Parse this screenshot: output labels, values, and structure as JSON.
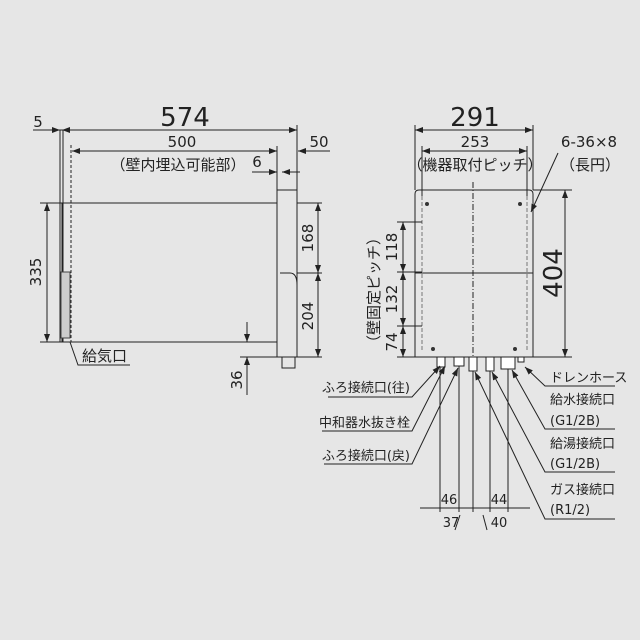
{
  "side_view": {
    "dim_total_depth": "574",
    "dim_offset_left": "5",
    "dim_embed": "500",
    "embed_note": "（壁内埋込可能部）",
    "dim_front": "6",
    "dim_front_panel": "50",
    "dim_height": "335",
    "dim_upper": "168",
    "dim_lower": "204",
    "dim_bottom": "36",
    "air_intake": "給気口"
  },
  "front_view": {
    "dim_width": "291",
    "dim_pitch": "253",
    "pitch_note": "（機器取付ピッチ）",
    "hole_spec": "6-36×8",
    "hole_note": "（長円）",
    "dim_height": "404",
    "wall_pitch_note": "（壁固定ピッチ）",
    "dim_118": "118",
    "dim_132": "132",
    "dim_74": "74",
    "labels_left": [
      "ふろ接続口(往)",
      "中和器水抜き栓",
      "ふろ接続口(戻)"
    ],
    "labels_right": {
      "drain": "ドレンホース",
      "water_in": "給水接続口",
      "water_in_spec": "(G1/2B)",
      "hot_out": "給湯接続口",
      "hot_out_spec": "(G1/2B)",
      "gas": "ガス接続口",
      "gas_spec": "(R1/2)"
    },
    "bottom_dims": {
      "d46": "46",
      "d44": "44",
      "d37": "37",
      "d40": "40"
    }
  }
}
